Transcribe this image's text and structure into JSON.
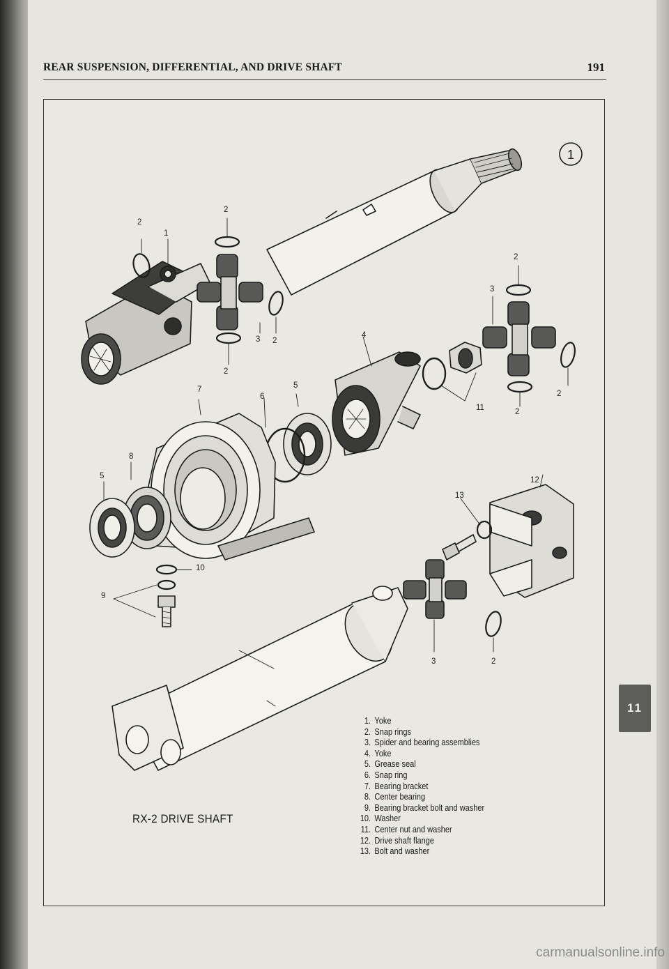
{
  "header": {
    "title": "REAR SUSPENSION, DIFFERENTIAL, AND DRIVE SHAFT",
    "page_number": "191"
  },
  "figure": {
    "number": "1",
    "title": "RX-2 DRIVE SHAFT",
    "legend": [
      {
        "num": "1.",
        "label": "Yoke"
      },
      {
        "num": "2.",
        "label": "Snap rings"
      },
      {
        "num": "3.",
        "label": "Spider and bearing assemblies"
      },
      {
        "num": "4.",
        "label": "Yoke"
      },
      {
        "num": "5.",
        "label": "Grease seal"
      },
      {
        "num": "6.",
        "label": "Snap ring"
      },
      {
        "num": "7.",
        "label": "Bearing bracket"
      },
      {
        "num": "8.",
        "label": "Center bearing"
      },
      {
        "num": "9.",
        "label": "Bearing bracket bolt and washer"
      },
      {
        "num": "10.",
        "label": "Washer"
      },
      {
        "num": "11.",
        "label": "Center nut and washer"
      },
      {
        "num": "12.",
        "label": "Drive shaft flange"
      },
      {
        "num": "13.",
        "label": "Bolt and washer"
      }
    ],
    "callouts": [
      "2",
      "1",
      "2",
      "2",
      "3",
      "2",
      "2",
      "3",
      "4",
      "2",
      "11",
      "2",
      "7",
      "6",
      "5",
      "8",
      "5",
      "12",
      "13",
      "10",
      "9",
      "3",
      "2"
    ]
  },
  "chapter_tab": "11",
  "watermark": "carmanualsonline.info"
}
